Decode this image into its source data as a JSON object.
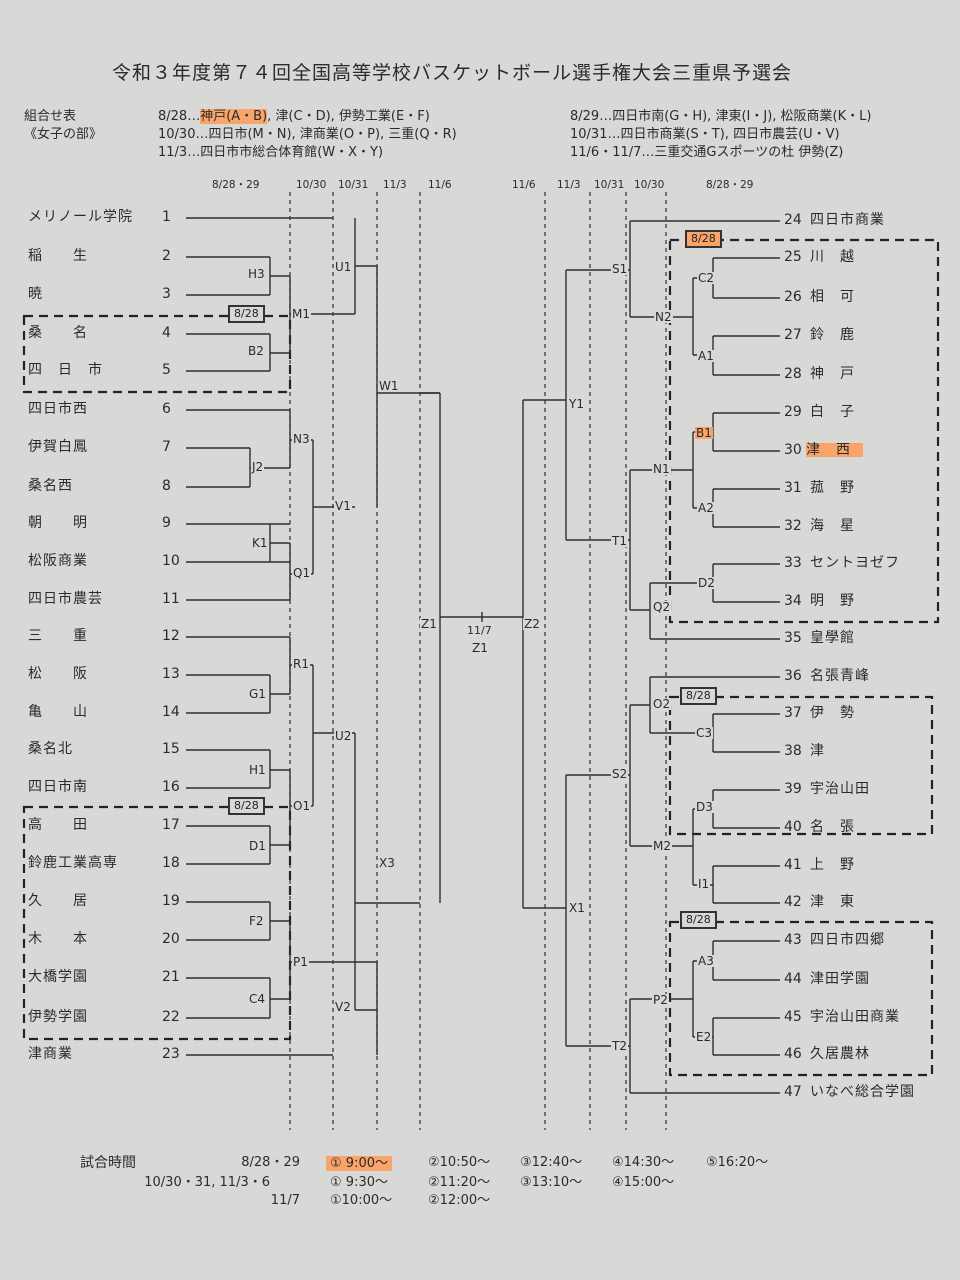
{
  "title": "令和３年度第７４回全国高等学校バスケットボール選手権大会三重県予選会",
  "header": {
    "label1": "組合せ表",
    "label2": "《女子の部》",
    "left_lines": [
      {
        "pre": "8/28…",
        "hl": "神戸(A・B)",
        "post": ", 津(C・D), 伊勢工業(E・F)"
      },
      {
        "pre": "10/30…四日市(M・N), 津商業(O・P), 三重(Q・R)",
        "hl": "",
        "post": ""
      },
      {
        "pre": "11/3…四日市市総合体育館(W・X・Y)",
        "hl": "",
        "post": ""
      }
    ],
    "right_lines": [
      "8/29…四日市南(G・H), 津東(I・J), 松阪商業(K・L)",
      "10/31…四日市商業(S・T), 四日市農芸(U・V)",
      "11/6・11/7…三重交通Gスポーツの杜 伊勢(Z)"
    ]
  },
  "columns_left": [
    "8/28・29",
    "10/30",
    "10/31",
    "11/3",
    "11/6"
  ],
  "columns_right": [
    "11/6",
    "11/3",
    "10/31",
    "10/30",
    "8/28・29"
  ],
  "teams_left": [
    {
      "name": "メリノール学院",
      "num": "1"
    },
    {
      "name": "稲　　生",
      "num": "2"
    },
    {
      "name": "暁",
      "num": "3"
    },
    {
      "name": "桑　　名",
      "num": "4"
    },
    {
      "name": "四　日　市",
      "num": "5"
    },
    {
      "name": "四日市西",
      "num": "6"
    },
    {
      "name": "伊賀白鳳",
      "num": "7"
    },
    {
      "name": "桑名西",
      "num": "8"
    },
    {
      "name": "朝　　明",
      "num": "9"
    },
    {
      "name": "松阪商業",
      "num": "10"
    },
    {
      "name": "四日市農芸",
      "num": "11"
    },
    {
      "name": "三　　重",
      "num": "12"
    },
    {
      "name": "松　　阪",
      "num": "13"
    },
    {
      "name": "亀　　山",
      "num": "14"
    },
    {
      "name": "桑名北",
      "num": "15"
    },
    {
      "name": "四日市南",
      "num": "16"
    },
    {
      "name": "高　　田",
      "num": "17"
    },
    {
      "name": "鈴鹿工業高専",
      "num": "18"
    },
    {
      "name": "久　　居",
      "num": "19"
    },
    {
      "name": "木　　本",
      "num": "20"
    },
    {
      "name": "大橋学園",
      "num": "21"
    },
    {
      "name": "伊勢学園",
      "num": "22"
    },
    {
      "name": "津商業",
      "num": "23"
    }
  ],
  "teams_right": [
    {
      "num": "24",
      "name": "四日市商業"
    },
    {
      "num": "25",
      "name": "川　越"
    },
    {
      "num": "26",
      "name": "相　可"
    },
    {
      "num": "27",
      "name": "鈴　鹿"
    },
    {
      "num": "28",
      "name": "神　戸"
    },
    {
      "num": "29",
      "name": "白　子"
    },
    {
      "num": "30",
      "name": "津　西"
    },
    {
      "num": "31",
      "name": "菰　野"
    },
    {
      "num": "32",
      "name": "海　星"
    },
    {
      "num": "33",
      "name": "セントヨゼフ"
    },
    {
      "num": "34",
      "name": "明　野"
    },
    {
      "num": "35",
      "name": "皇學館"
    },
    {
      "num": "36",
      "name": "名張青峰"
    },
    {
      "num": "37",
      "name": "伊　勢"
    },
    {
      "num": "38",
      "name": "津"
    },
    {
      "num": "39",
      "name": "宇治山田"
    },
    {
      "num": "40",
      "name": "名　張"
    },
    {
      "num": "41",
      "name": "上　野"
    },
    {
      "num": "42",
      "name": "津　東"
    },
    {
      "num": "43",
      "name": "四日市四郷"
    },
    {
      "num": "44",
      "name": "津田学園"
    },
    {
      "num": "45",
      "name": "宇治山田商業"
    },
    {
      "num": "46",
      "name": "久居農林"
    },
    {
      "num": "47",
      "name": "いなべ総合学園"
    }
  ],
  "match_labels": {
    "H3": "H3",
    "M1": "M1",
    "B2": "B2",
    "U1": "U1",
    "N3": "N3",
    "J2": "J2",
    "V1": "V1",
    "K1": "K1",
    "Q1": "Q1",
    "W1": "W1",
    "R1": "R1",
    "G1": "G1",
    "U2": "U2",
    "H1": "H1",
    "O1": "O1",
    "D1": "D1",
    "F2": "F2",
    "P1": "P1",
    "C4": "C4",
    "V2": "V2",
    "X3": "X3",
    "Z1": "Z1",
    "Z2": "Z2",
    "final_date": "11/7",
    "final": "Z1",
    "S1": "S1",
    "C2": "C2",
    "N2": "N2",
    "A1": "A1",
    "Y1": "Y1",
    "B1": "B1",
    "N1": "N1",
    "A2": "A2",
    "T1": "T1",
    "D2": "D2",
    "Q2": "Q2",
    "O2": "O2",
    "C3": "C3",
    "S2": "S2",
    "D3": "D3",
    "M2": "M2",
    "I1": "I1",
    "X1": "X1",
    "A3": "A3",
    "P2": "P2",
    "E2": "E2",
    "T2": "T2"
  },
  "badges": [
    "8/28",
    "8/28",
    "8/28",
    "8/28",
    "8/28"
  ],
  "schedule": {
    "label": "試合時間",
    "rows": [
      {
        "date": "8/28・29",
        "times": [
          "① 9:00～",
          "②10:50～",
          "③12:40～",
          "④14:30～",
          "⑤16:20～"
        ]
      },
      {
        "date": "10/30・31, 11/3・6",
        "times": [
          "① 9:30～",
          "②11:20～",
          "③13:10～",
          "④15:00～"
        ]
      },
      {
        "date": "11/7",
        "times": [
          "①10:00～",
          "②12:00～"
        ]
      }
    ]
  },
  "colors": {
    "highlight": "#f9a46a",
    "paper": "#d8d8d6",
    "ink": "#2b2b2b"
  }
}
